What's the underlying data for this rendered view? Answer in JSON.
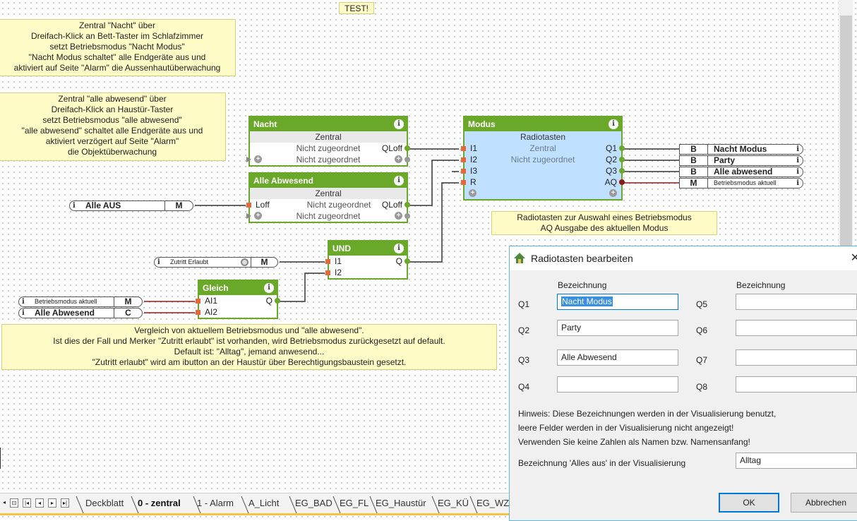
{
  "canvas": {
    "test_label": "TEST!",
    "notes": [
      "Zentral \"Nacht\" über\nDreifach-Klick an Bett-Taster im Schlafzimmer\nsetzt Betriebsmodus \"Nacht Modus\"\n\"Nacht Modus schaltet\" alle Endgeräte aus und\naktiviert auf Seite \"Alarm\" die Aussenhautüberwachung",
      "Zentral \"alle abwesend\" über\nDreifach-Klick an Haustür-Taster\nsetzt Betriebsmodus \"alle abwesend\"\n\"alle abwesend\" schaltet alle Endgeräte aus und\naktiviert verzögert auf Seite \"Alarm\"\ndie Objektüberwachung",
      "Radiotasten zur Auswahl eines Betriebsmodus\nAQ Ausgabe des aktuellen Modus",
      "Vergleich von aktuellem Betriebsmodus und \"alle abwesend\".\nIst dies der Fall und Merker \"Zutritt erlaubt\" ist vorhanden, wird Betriebsmodus zurückgesetzt auf default.\nDefault ist: \"Alltag\", jemand anwesend...\n\"Zutritt erlaubt\" wird am ibutton an der Haustür über Berechtigungsbaustein gesetzt."
    ],
    "blocks": {
      "nacht": {
        "title": "Nacht",
        "sub": "Zentral",
        "rows": [
          {
            "mid": "Nicht zugeordnet",
            "out": "QLoff"
          },
          {
            "mid": "Nicht zugeordnet"
          }
        ]
      },
      "alle_abwesend": {
        "title": "Alle Abwesend",
        "sub": "Zentral",
        "rows": [
          {
            "in": "Loff",
            "mid": "Nicht zugeordnet",
            "out": "QLoff"
          },
          {
            "mid": "Nicht zugeordnet"
          }
        ]
      },
      "modus": {
        "title": "Modus",
        "sub": "Radiotasten",
        "rows": [
          {
            "in": "I1",
            "mid": "Zentral",
            "out": "Q1"
          },
          {
            "in": "I2",
            "mid": "Nicht zugeordnet",
            "out": "Q2"
          },
          {
            "in": "I3",
            "out": "Q3"
          },
          {
            "in": "R",
            "out": "AQ"
          }
        ]
      },
      "und": {
        "title": "UND",
        "rows": [
          {
            "in": "I1",
            "out": "Q"
          },
          {
            "in": "I2"
          }
        ]
      },
      "gleich": {
        "title": "Gleich",
        "rows": [
          {
            "in": "AI1",
            "out": "Q"
          },
          {
            "in": "AI2"
          }
        ]
      }
    },
    "inputs": [
      {
        "label": "Alle AUS",
        "type": "M"
      },
      {
        "label": "Zutritt Erlaubt",
        "type": "M"
      },
      {
        "label": "Betriebsmodus aktuell",
        "type": "M"
      },
      {
        "label": "Alle Abwesend",
        "type": "C"
      }
    ],
    "outputs": [
      {
        "type": "B",
        "label": "Nacht Modus"
      },
      {
        "type": "B",
        "label": "Party"
      },
      {
        "type": "B",
        "label": "Alle abwesend"
      },
      {
        "type": "M",
        "label": "Betriebsmodus aktuell"
      }
    ]
  },
  "tabs": [
    "Deckblatt",
    "0 - zentral",
    "1 - Alarm",
    "A_Licht",
    "EG_BAD",
    "EG_FL",
    "EG_Haustür",
    "EG_KÜ",
    "EG_WZ"
  ],
  "active_tab": "0 - zentral",
  "dialog": {
    "title": "Radiotasten bearbeiten",
    "col_header": "Bezeichnung",
    "fields_left": [
      {
        "key": "Q1",
        "value": "Nacht Modus"
      },
      {
        "key": "Q2",
        "value": "Party"
      },
      {
        "key": "Q3",
        "value": "Alle Abwesend"
      },
      {
        "key": "Q4",
        "value": ""
      }
    ],
    "fields_right": [
      {
        "key": "Q5",
        "value": ""
      },
      {
        "key": "Q6",
        "value": ""
      },
      {
        "key": "Q7",
        "value": ""
      },
      {
        "key": "Q8",
        "value": ""
      }
    ],
    "hint": [
      "Hinweis: Diese Bezeichnungen werden in der Visualisierung benutzt,",
      "leere Felder werden in der Visualisierung nicht angezeigt!",
      "Verwenden Sie keine Zahlen als Namen bzw. Namensanfang!"
    ],
    "alles_aus_label": "Bezeichnung 'Alles aus' in der Visualisierung",
    "alles_aus_value": "Alltag",
    "ok_label": "OK",
    "cancel_label": "Abbrechen"
  },
  "colors": {
    "block_green": "#6aa82a",
    "modus_blue": "#bfe0ff",
    "note_yellow": "#fffbc6",
    "pin_orange": "#e8663a",
    "wire_red": "#8b1a1a"
  }
}
